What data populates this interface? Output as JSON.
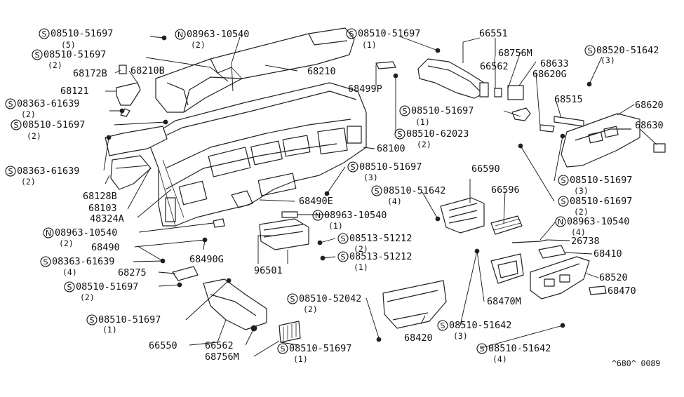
{
  "diagram_code": "^680^ 0089",
  "callouts": [
    {
      "id": "c1",
      "prefix": "S",
      "text": "08510-51697",
      "qty": "(5)"
    },
    {
      "id": "c2",
      "prefix": "N",
      "text": "08963-10540",
      "qty": "(2)"
    },
    {
      "id": "c3",
      "prefix": "S",
      "text": "08510-51697",
      "qty": "(1)"
    },
    {
      "id": "c4",
      "prefix": "",
      "text": "66551",
      "qty": ""
    },
    {
      "id": "c5",
      "prefix": "S",
      "text": "08510-51697",
      "qty": "(2)"
    },
    {
      "id": "c6",
      "prefix": "",
      "text": "68172B",
      "qty": ""
    },
    {
      "id": "c7",
      "prefix": "",
      "text": "68210B",
      "qty": ""
    },
    {
      "id": "c8",
      "prefix": "",
      "text": "68210",
      "qty": ""
    },
    {
      "id": "c9",
      "prefix": "",
      "text": "68756M",
      "qty": ""
    },
    {
      "id": "c10",
      "prefix": "S",
      "text": "08520-51642",
      "qty": "(3)"
    },
    {
      "id": "c11",
      "prefix": "",
      "text": "68121",
      "qty": ""
    },
    {
      "id": "c12",
      "prefix": "",
      "text": "66562",
      "qty": ""
    },
    {
      "id": "c13",
      "prefix": "",
      "text": "68633",
      "qty": ""
    },
    {
      "id": "c14",
      "prefix": "",
      "text": "68620G",
      "qty": ""
    },
    {
      "id": "c15",
      "prefix": "",
      "text": "68499P",
      "qty": ""
    },
    {
      "id": "c16",
      "prefix": "S",
      "text": "08363-61639",
      "qty": "(2)"
    },
    {
      "id": "c17",
      "prefix": "",
      "text": "68515",
      "qty": ""
    },
    {
      "id": "c18",
      "prefix": "",
      "text": "68620",
      "qty": ""
    },
    {
      "id": "c19",
      "prefix": "S",
      "text": "08510-51697",
      "qty": "(1)"
    },
    {
      "id": "c20",
      "prefix": "S",
      "text": "08510-51697",
      "qty": "(2)"
    },
    {
      "id": "c21",
      "prefix": "",
      "text": "68630",
      "qty": ""
    },
    {
      "id": "c22",
      "prefix": "S",
      "text": "08510-62023",
      "qty": "(2)"
    },
    {
      "id": "c23",
      "prefix": "",
      "text": "68100",
      "qty": ""
    },
    {
      "id": "c24",
      "prefix": "S",
      "text": "08363-61639",
      "qty": "(2)"
    },
    {
      "id": "c25",
      "prefix": "S",
      "text": "08510-51697",
      "qty": "(3)"
    },
    {
      "id": "c26",
      "prefix": "",
      "text": "66590",
      "qty": ""
    },
    {
      "id": "c27",
      "prefix": "S",
      "text": "08510-51697",
      "qty": "(3)"
    },
    {
      "id": "c28",
      "prefix": "",
      "text": "68128B",
      "qty": ""
    },
    {
      "id": "c29",
      "prefix": "S",
      "text": "08510-51642",
      "qty": "(4)"
    },
    {
      "id": "c30",
      "prefix": "",
      "text": "66596",
      "qty": ""
    },
    {
      "id": "c31",
      "prefix": "",
      "text": "68490E",
      "qty": ""
    },
    {
      "id": "c32",
      "prefix": "S",
      "text": "08510-61697",
      "qty": "(2)"
    },
    {
      "id": "c33",
      "prefix": "",
      "text": "68103",
      "qty": ""
    },
    {
      "id": "c34",
      "prefix": "",
      "text": "48324A",
      "qty": ""
    },
    {
      "id": "c35",
      "prefix": "N",
      "text": "08963-10540",
      "qty": "(1)"
    },
    {
      "id": "c36",
      "prefix": "N",
      "text": "08963-10540",
      "qty": "(4)"
    },
    {
      "id": "c37",
      "prefix": "N",
      "text": "08963-10540",
      "qty": "(2)"
    },
    {
      "id": "c38",
      "prefix": "S",
      "text": "08513-51212",
      "qty": "(2)"
    },
    {
      "id": "c39",
      "prefix": "",
      "text": "26738",
      "qty": ""
    },
    {
      "id": "c40",
      "prefix": "",
      "text": "68490",
      "qty": ""
    },
    {
      "id": "c41",
      "prefix": "",
      "text": "68490G",
      "qty": ""
    },
    {
      "id": "c42",
      "prefix": "S",
      "text": "08513-51212",
      "qty": "(1)"
    },
    {
      "id": "c43",
      "prefix": "",
      "text": "68410",
      "qty": ""
    },
    {
      "id": "c44",
      "prefix": "S",
      "text": "08363-61639",
      "qty": "(4)"
    },
    {
      "id": "c45",
      "prefix": "",
      "text": "96501",
      "qty": ""
    },
    {
      "id": "c46",
      "prefix": "",
      "text": "68520",
      "qty": ""
    },
    {
      "id": "c47",
      "prefix": "",
      "text": "68275",
      "qty": ""
    },
    {
      "id": "c48",
      "prefix": "S",
      "text": "08510-51697",
      "qty": "(2)"
    },
    {
      "id": "c49",
      "prefix": "",
      "text": "68470",
      "qty": ""
    },
    {
      "id": "c50",
      "prefix": "S",
      "text": "08510-52042",
      "qty": "(2)"
    },
    {
      "id": "c51",
      "prefix": "",
      "text": "68470M",
      "qty": ""
    },
    {
      "id": "c52",
      "prefix": "S",
      "text": "08510-51697",
      "qty": "(1)"
    },
    {
      "id": "c53",
      "prefix": "S",
      "text": "08510-51642",
      "qty": "(3)"
    },
    {
      "id": "c54",
      "prefix": "",
      "text": "66550",
      "qty": ""
    },
    {
      "id": "c55",
      "prefix": "",
      "text": "66562",
      "qty": ""
    },
    {
      "id": "c56",
      "prefix": "",
      "text": "68420",
      "qty": ""
    },
    {
      "id": "c57",
      "prefix": "S",
      "text": "08510-51642",
      "qty": "(4)"
    },
    {
      "id": "c58",
      "prefix": "",
      "text": "68756M",
      "qty": ""
    },
    {
      "id": "c59",
      "prefix": "S",
      "text": "08510-51697",
      "qty": "(1)"
    }
  ]
}
